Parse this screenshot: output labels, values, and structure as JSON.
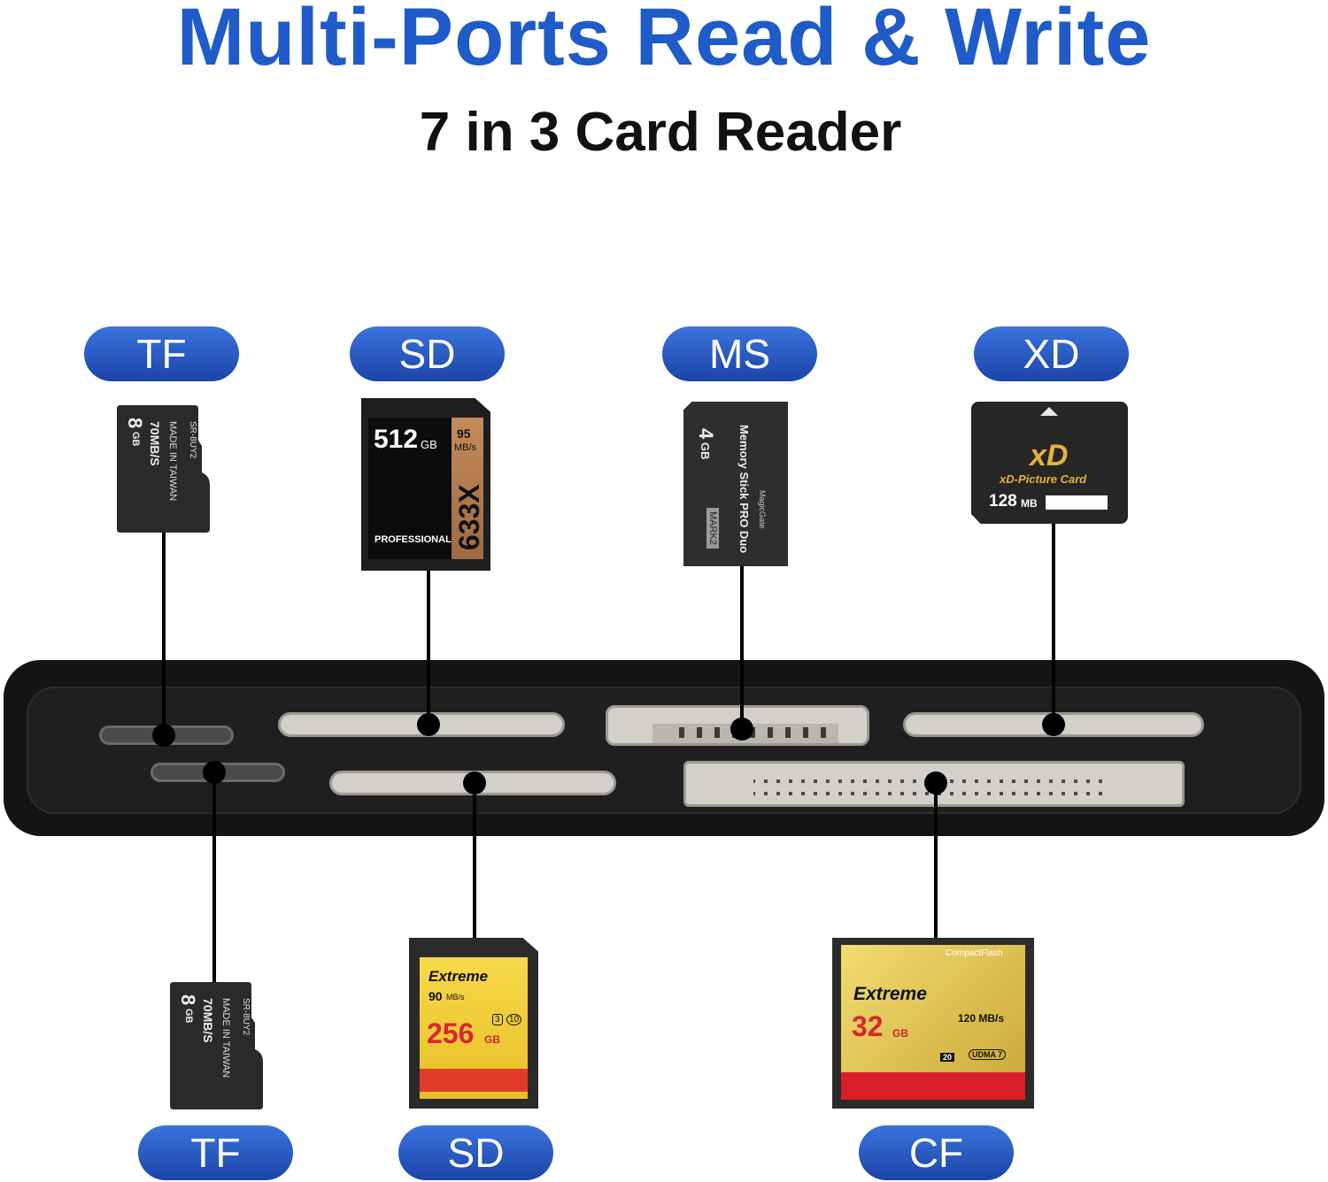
{
  "header": {
    "title": "Multi-Ports Read & Write",
    "subtitle": "7 in 3 Card Reader"
  },
  "colors": {
    "title": "#1f5bc9",
    "pill": "#2a5ec6",
    "reader": "#141414"
  },
  "labels": {
    "top": [
      "TF",
      "SD",
      "MS",
      "XD"
    ],
    "bottom": [
      "TF",
      "SD",
      "CF"
    ]
  },
  "cards": {
    "tf_top": {
      "capacity": "8",
      "unit": "GB",
      "speed": "70MB/S",
      "made": "MADE IN TAIWAN",
      "code": "SR-8UY2"
    },
    "sd_top": {
      "capacity": "512",
      "unit": "GB",
      "speed_value": "95",
      "speed_unit": "MB/s",
      "rating": "633X",
      "label": "PROFESSIONAL"
    },
    "ms": {
      "capacity": "4",
      "unit": "GB",
      "name": "Memory Stick PRO Duo",
      "sub": "MagicGate",
      "mark": "MARK2"
    },
    "xd": {
      "logo": "xD",
      "name": "xD-Picture Card",
      "capacity": "128",
      "unit": "MB"
    },
    "tf_bottom": {
      "capacity": "8",
      "unit": "GB",
      "speed": "70MB/S",
      "made": "MADE IN TAIWAN",
      "code": "SR-8UY2"
    },
    "sd_bottom": {
      "brand": "Extreme",
      "speed_value": "90",
      "speed_unit": "MB/s",
      "capacity": "256",
      "unit": "GB",
      "class_u": "3",
      "class_c": "10"
    },
    "cf": {
      "header": "CompactFlash",
      "brand": "Extreme",
      "capacity": "32",
      "unit": "GB",
      "speed": "120 MB/s",
      "vpg": "20",
      "udma": "UDMA 7"
    }
  }
}
